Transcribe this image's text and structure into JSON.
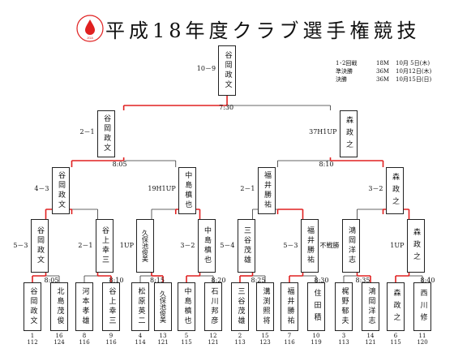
{
  "title": "平成18年度クラブ選手権競技",
  "logo": {
    "text": "JGA"
  },
  "schedule": [
    {
      "round": "1･2回戦",
      "holes": "18M",
      "date": "10月 5日(木)"
    },
    {
      "round": "準決勝",
      "holes": "36M",
      "date": "10月12日(木)"
    },
    {
      "round": "決勝",
      "holes": "36M",
      "date": "10月15日(日)"
    }
  ],
  "colors": {
    "winner_line": "#e02020",
    "line": "#333333"
  },
  "champion": {
    "name": "谷岡政文",
    "score": "10－9",
    "time": "7:30"
  },
  "semis": [
    {
      "name": "谷岡政文",
      "score": "2－1",
      "time": "8:05"
    },
    {
      "name": "森政之",
      "score": "37H1UP",
      "time": "8:10"
    }
  ],
  "quarters": [
    {
      "name": "谷岡政文",
      "score": "4－3"
    },
    {
      "name": "中島槙也",
      "score": "19H1UP"
    },
    {
      "name": "福井勝祐",
      "score": "2－1"
    },
    {
      "name": "森政之",
      "score": "3－2"
    }
  ],
  "r2": [
    {
      "name": "谷岡政文",
      "score": "5－3",
      "time": "8:05"
    },
    {
      "name": "谷上幸三",
      "score": "2－1",
      "time": "8:10"
    },
    {
      "name": "久保池俊美",
      "score": "1UP",
      "time": "8:15"
    },
    {
      "name": "中島槙也",
      "score": "3－2",
      "time": "8:20"
    },
    {
      "name": "三谷茂雄",
      "score": "5－4",
      "time": "8:25"
    },
    {
      "name": "福井勝祐",
      "score": "5－3",
      "time": "8:30"
    },
    {
      "name": "鴻岡洋志",
      "score": "不戦勝",
      "time": "8:35"
    },
    {
      "name": "森政之",
      "score": "1UP",
      "time": "8:40"
    }
  ],
  "players": [
    {
      "name": "谷岡政文",
      "seed": "1",
      "id": "112"
    },
    {
      "name": "北島茂俊",
      "seed": "16",
      "id": "124"
    },
    {
      "name": "河本孝雄",
      "seed": "8",
      "id": "116"
    },
    {
      "name": "谷上幸三",
      "seed": "9",
      "id": "116"
    },
    {
      "name": "松原英二",
      "seed": "4",
      "id": "114"
    },
    {
      "name": "久保池俊美",
      "seed": "13",
      "id": "121"
    },
    {
      "name": "中島槙也",
      "seed": "5",
      "id": "115"
    },
    {
      "name": "石川邦彦",
      "seed": "12",
      "id": "121"
    },
    {
      "name": "三谷茂雄",
      "seed": "2",
      "id": "113"
    },
    {
      "name": "溝渕照将",
      "seed": "15",
      "id": "123"
    },
    {
      "name": "福井勝祐",
      "seed": "7",
      "id": "116"
    },
    {
      "name": "住田積",
      "seed": "10",
      "id": "119"
    },
    {
      "name": "梶野郁夫",
      "seed": "3",
      "id": "113"
    },
    {
      "name": "鴻岡洋志",
      "seed": "14",
      "id": "121"
    },
    {
      "name": "森政之",
      "seed": "6",
      "id": "115"
    },
    {
      "name": "西川修",
      "seed": "11",
      "id": "120"
    }
  ]
}
